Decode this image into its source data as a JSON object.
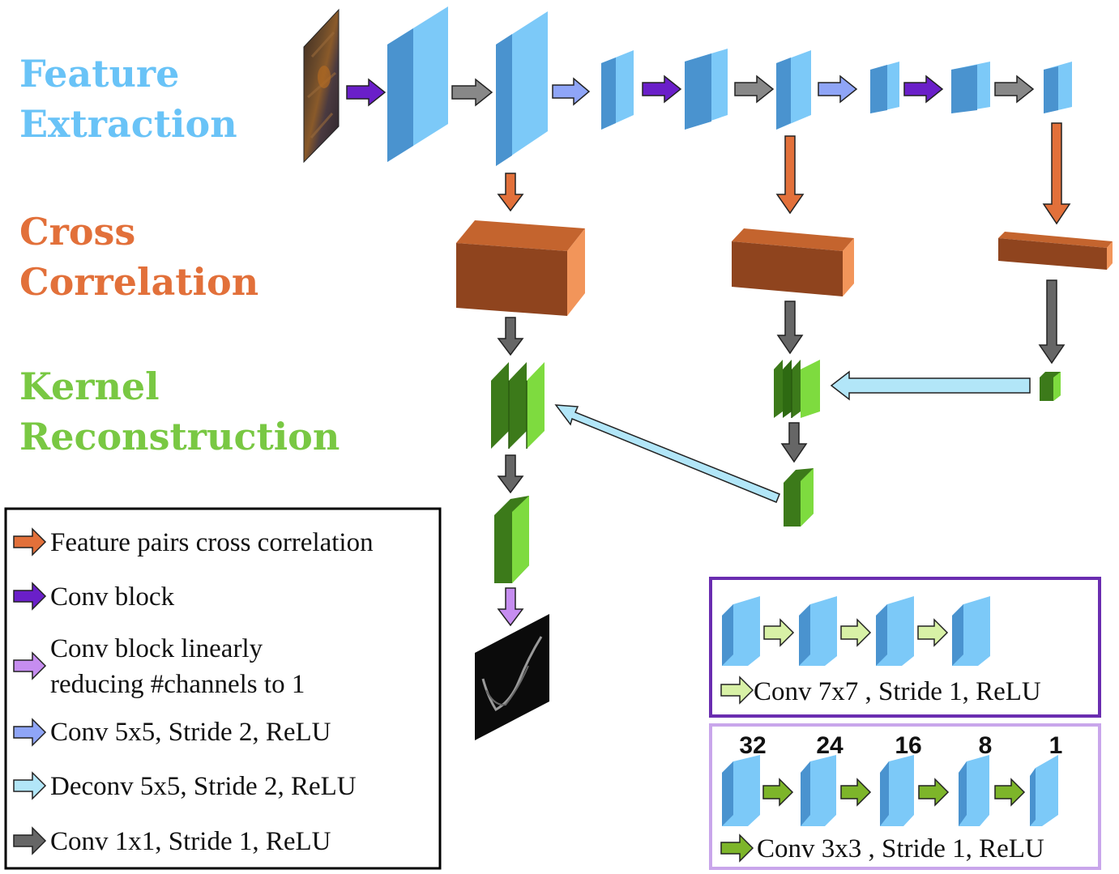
{
  "sections": {
    "feature_extraction": {
      "line1": "Feature",
      "line2": "Extraction",
      "color": "#69C3F7"
    },
    "cross_correlation": {
      "line1": "Cross",
      "line2": "Correlation",
      "color": "#E2703A"
    },
    "kernel_reconstruction": {
      "line1": "Kernel",
      "line2": "Reconstruction",
      "color": "#79C843"
    }
  },
  "legend": {
    "items": [
      {
        "label": "Feature pairs cross correlation",
        "arrow_color": "#E2703A"
      },
      {
        "label": "Conv block",
        "arrow_color": "#6A1FC9"
      },
      {
        "label_line1": "Conv block linearly",
        "label_line2": "reducing #channels to 1",
        "arrow_color": "#C68DF0"
      },
      {
        "label": "Conv 5x5, Stride 2, ReLU",
        "arrow_color": "#8FA5F7"
      },
      {
        "label": "Deconv 5x5, Stride 2, ReLU",
        "arrow_color": "#B2E6F8"
      },
      {
        "label": "Conv 1x1, Stride 1, ReLU",
        "arrow_color": "#666666"
      }
    ]
  },
  "conv_block_detail": {
    "label": "Conv 7x7 , Stride 1, ReLU",
    "arrow_color": "#D8F1A6",
    "border_color": "#6A2DB0"
  },
  "reduction_block_detail": {
    "label": "Conv 3x3 , Stride 1, ReLU",
    "arrow_color": "#7DB52A",
    "border_color": "#C9A6EB",
    "channels": [
      "32",
      "24",
      "16",
      "8",
      "1"
    ]
  },
  "colors": {
    "feature_block": "#7CC9F8",
    "correlation_block": "#8F441E",
    "kernel_block": "#3C7A1A",
    "conv1x1_arrow": "#666666"
  }
}
